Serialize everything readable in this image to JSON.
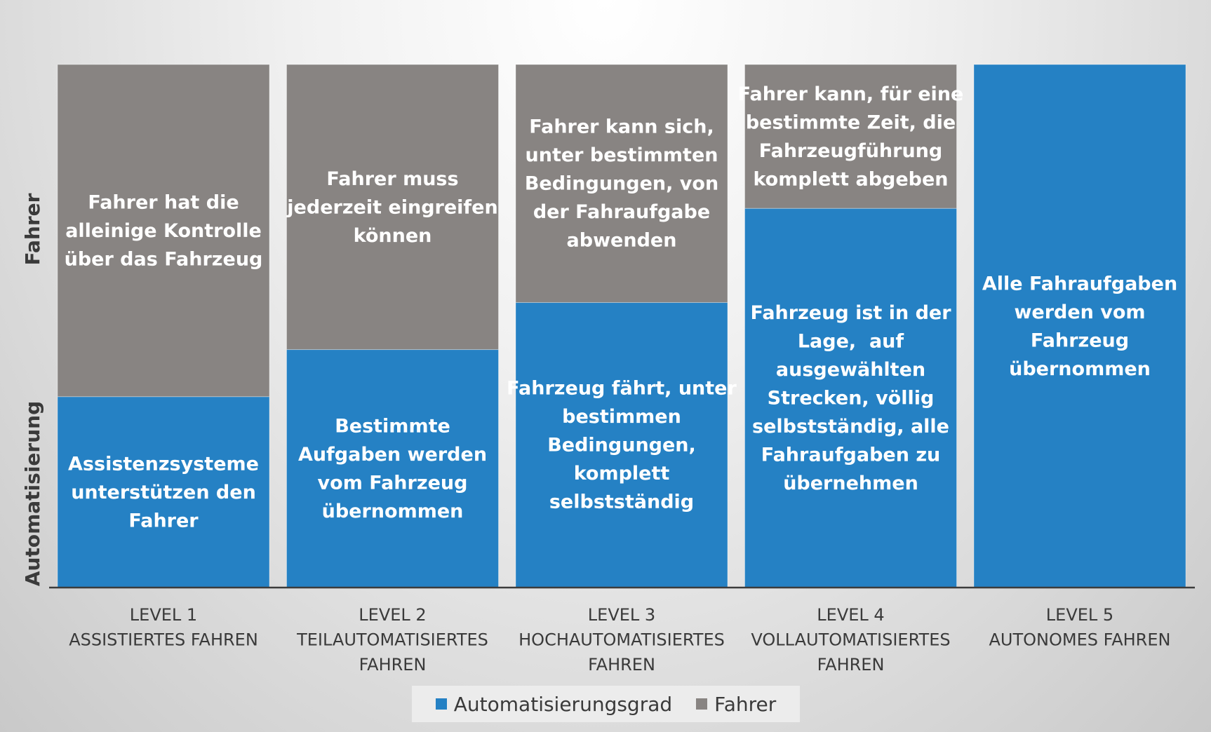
{
  "chart_data": {
    "type": "bar",
    "stacked": true,
    "orientation": "vertical",
    "y_axis_labels": {
      "bottom": "Automatisierung",
      "top": "Fahrer"
    },
    "categories": [
      {
        "line1": "LEVEL 1",
        "line2": "ASSISTIERTES FAHREN",
        "line3": ""
      },
      {
        "line1": "LEVEL 2",
        "line2": "TEILAUTOMATISIERTES",
        "line3": "FAHREN"
      },
      {
        "line1": "LEVEL 3",
        "line2": "HOCHAUTOMATISIERTES",
        "line3": "FAHREN"
      },
      {
        "line1": "LEVEL 4",
        "line2": "VOLLAUTOMATISIERTES",
        "line3": "FAHREN"
      },
      {
        "line1": "LEVEL 5",
        "line2": "AUTONOMES FAHREN",
        "line3": ""
      }
    ],
    "series": [
      {
        "name": "Automatisierungsgrad",
        "color": "#2581c4",
        "values": [
          36.5,
          45.5,
          54.5,
          72.5,
          100
        ],
        "labels": [
          [
            "Assistenzsysteme",
            "unterstützen den",
            "Fahrer"
          ],
          [
            "Bestimmte",
            "Aufgaben werden",
            "vom Fahrzeug",
            "übernommen"
          ],
          [
            "Fahrzeug fährt, unter",
            "bestimmen",
            "Bedingungen,",
            "komplett",
            "selbstständig"
          ],
          [
            "Fahrzeug ist in der",
            "Lage,  auf",
            "ausgewählten",
            "Strecken, völlig",
            "selbstständig, alle",
            "Fahraufgaben zu",
            "übernehmen"
          ],
          [
            "Alle Fahraufgaben",
            "werden vom",
            "Fahrzeug",
            "übernommen"
          ]
        ]
      },
      {
        "name": "Fahrer",
        "color": "#888482",
        "values": [
          63.5,
          54.5,
          45.5,
          27.5,
          0
        ],
        "labels": [
          [
            "Fahrer hat die",
            "alleinige Kontrolle",
            "über das Fahrzeug"
          ],
          [
            "Fahrer muss",
            "jederzeit eingreifen",
            "können"
          ],
          [
            "Fahrer kann sich,",
            "unter bestimmten",
            "Bedingungen, von",
            "der Fahraufgabe",
            "abwenden"
          ],
          [
            "Fahrer kann, für eine",
            "bestimmte Zeit, die",
            "Fahrzeugführung",
            "komplett abgeben"
          ],
          []
        ]
      }
    ],
    "ylim": [
      0,
      100
    ],
    "legend": {
      "position": "bottom"
    },
    "grid": false
  }
}
